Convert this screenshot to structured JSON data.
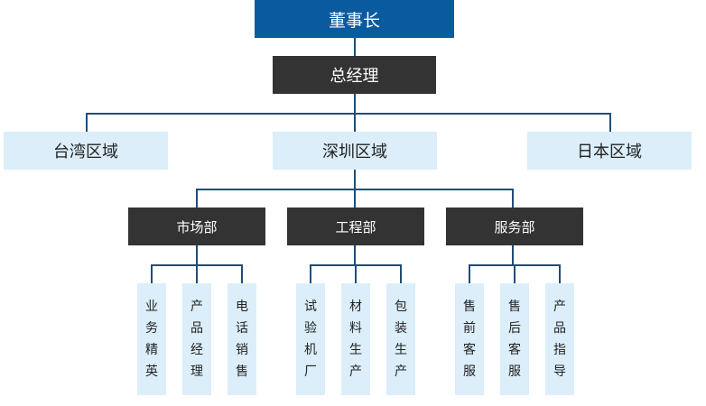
{
  "chairman": "董事长",
  "gm": "总经理",
  "regions": [
    "台湾区域",
    "深圳区域",
    "日本区域"
  ],
  "departments": [
    "市场部",
    "工程部",
    "服务部"
  ],
  "teams": [
    [
      "业",
      "务",
      "精",
      "英"
    ],
    [
      "产",
      "品",
      "经",
      "理"
    ],
    [
      "电",
      "话",
      "销",
      "售"
    ],
    [
      "试",
      "验",
      "机",
      "厂"
    ],
    [
      "材",
      "料",
      "生",
      "产"
    ],
    [
      "包",
      "装",
      "生",
      "产"
    ],
    [
      "售",
      "前",
      "客",
      "服"
    ],
    [
      "售",
      "后",
      "客",
      "服"
    ],
    [
      "产",
      "品",
      "指",
      "导"
    ]
  ],
  "colors": {
    "chairman_bg": "#0a5aa0",
    "dark_bg": "#333333",
    "light_bg": "#dbeefa",
    "line": "#1f4e79"
  }
}
